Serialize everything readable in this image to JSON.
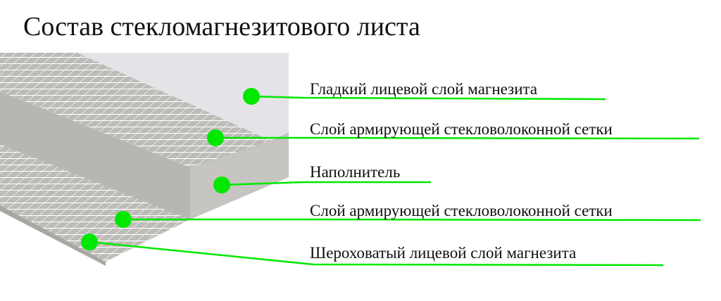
{
  "title": "Состав стекломагнезитового листа",
  "colors": {
    "accent": "#00e800",
    "board": "#c8c6c2",
    "smooth_face": "#e4e4e8",
    "mesh": "#ffffff"
  },
  "layers": [
    {
      "label": "Гладкий лицевой слой магнезита"
    },
    {
      "label": "Слой армирующей стекловолоконной сетки"
    },
    {
      "label": "Наполнитель"
    },
    {
      "label": "Слой армирующей стекловолоконной сетки"
    },
    {
      "label": "Шероховатый лицевой слой магнезита"
    }
  ]
}
